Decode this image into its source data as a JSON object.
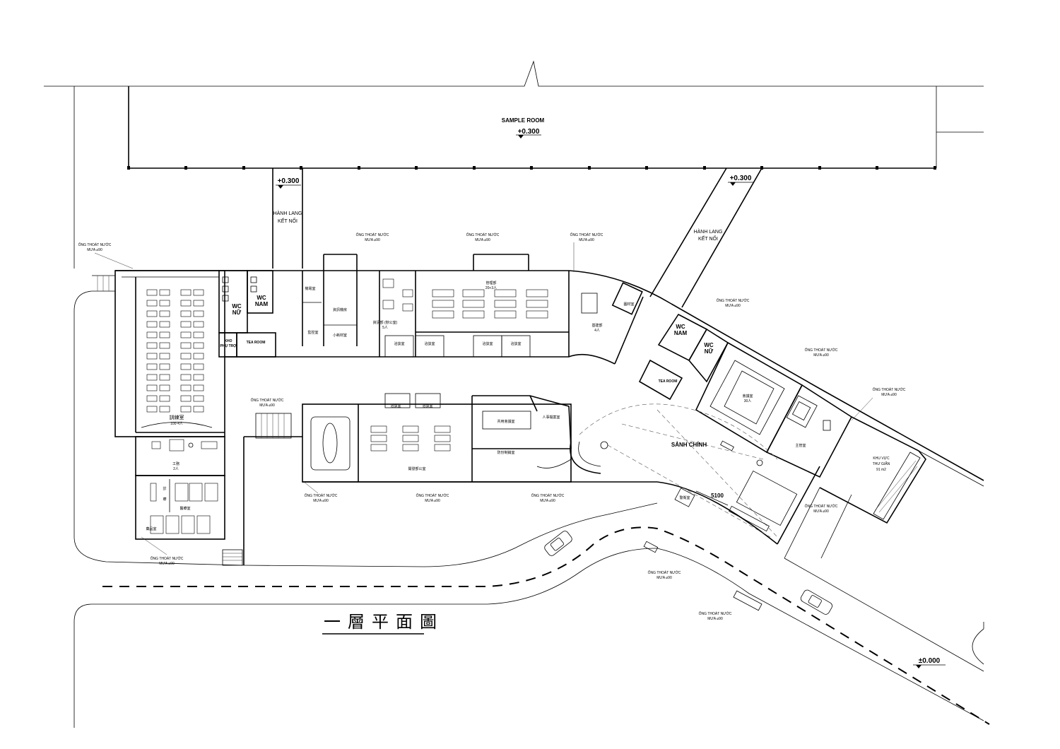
{
  "drawing_title": "一層平面圖",
  "levels": {
    "sample_room": "+0.300",
    "corridor_left": "+0.300",
    "corridor_right": "+0.300",
    "ground": "±0.000"
  },
  "rooms": {
    "sample_room": "SAMPLE ROOM",
    "corridor_left": [
      "HÀNH LANG",
      "KẾT NỐI"
    ],
    "corridor_right": [
      "HÀNH LANG",
      "KẾT NỐI"
    ],
    "wc_nu_left": [
      "WC",
      "NỮ"
    ],
    "wc_nam_left": [
      "WC",
      "NAM"
    ],
    "kho_phu_tro": [
      "KHO",
      "PHỤ TRỢ"
    ],
    "tea_room_left": "TEA ROOM",
    "training_room": [
      "訓練室",
      "100-4人"
    ],
    "machine_room": "機電室",
    "monitor_room": "監控室",
    "it_room": "資訊機房",
    "consumables": "小耗材室",
    "it_dept": [
      "資訊部 (辦公室)",
      "5人"
    ],
    "mgmt_dept": [
      "管理部",
      "20+3人"
    ],
    "meeting_a": "洽談室",
    "meeting_b": "洽談室",
    "meeting_c": "洽談室",
    "meeting_d": "洽談室",
    "meeting_e": "洽談室",
    "meeting_f": "洽談室",
    "infra_dept": [
      "基建部",
      "4人"
    ],
    "material_room": "圖材室",
    "wc_nam_right": [
      "WC",
      "NAM"
    ],
    "wc_nu_right": [
      "WC",
      "NỮ"
    ],
    "tea_room_right": "TEA ROOM",
    "big_meeting": [
      "會議室",
      "30人"
    ],
    "director_room": "主管室",
    "relax_area": [
      "KHU VỰC",
      "THƯ GIÃN",
      "91 m2"
    ],
    "lobby": "SẢNH CHÍNH",
    "guard_room": "警衛室",
    "engineering": [
      "工務",
      "2人"
    ],
    "clinic": [
      "醫療室",
      "診",
      "療"
    ],
    "medicine": "藥品室",
    "hr_archive": "人事檔案室",
    "shared_meeting": "共用會議室",
    "dev_office": "開發部公室",
    "prevention": "防份制銷室",
    "dimension": "5100"
  },
  "drain_note": [
    "ỐNG THOÁT NƯỚC",
    "MƯA ⌀90"
  ]
}
